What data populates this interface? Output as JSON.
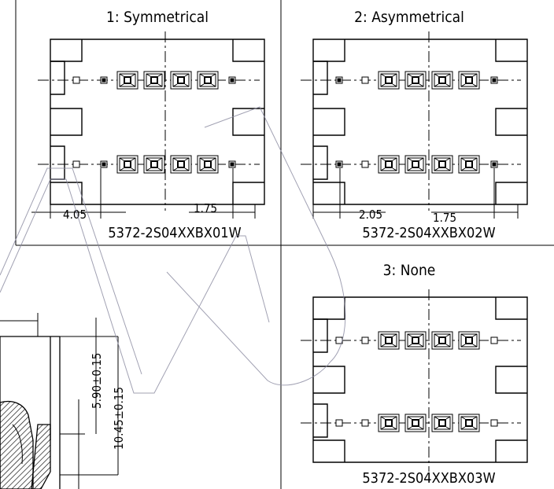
{
  "panels": [
    {
      "title": "1: Symmetrical",
      "part_number": "5372-2S04XXBX01W",
      "dim_left": "4.05",
      "dim_right": "1.75"
    },
    {
      "title": "2: Asymmetrical",
      "part_number": "5372-2S04XXBX02W",
      "dim_left": "2.05",
      "dim_right": "1.75"
    },
    {
      "title": "3: None",
      "part_number": "5372-2S04XXBX03W"
    }
  ],
  "side_view": {
    "dim_inner": "5.90±0.15",
    "dim_outer": "10.45±0.15"
  }
}
